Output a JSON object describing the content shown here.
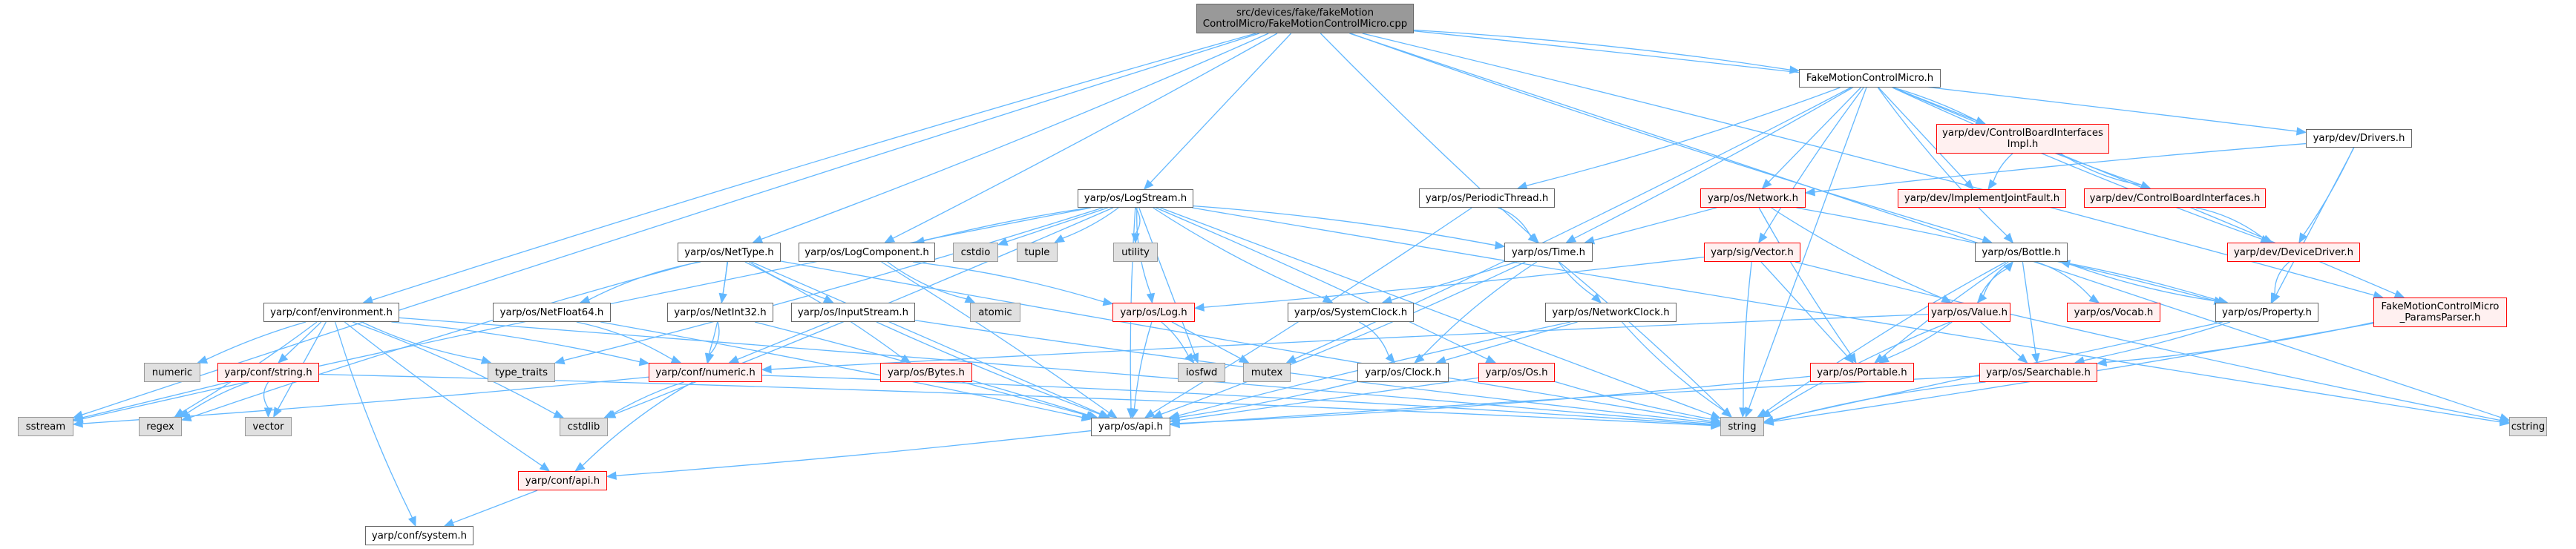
{
  "title": "Include dependency graph for FakeMotionControlMicro.cpp",
  "colors": {
    "edge": "#63b8ff",
    "root_fill": "#999999",
    "local_border": "#666666",
    "missing_fill": "#fff0f0",
    "missing_border": "#ff0000",
    "system_fill": "#e0e0e0"
  },
  "nodes": [
    {
      "id": "root",
      "label": "src/devices/fake/fakeMotion\nControlMicro/FakeMotionControlMicro.cpp",
      "kind": "root"
    },
    {
      "id": "fmcm_h",
      "label": "FakeMotionControlMicro.h",
      "kind": "local"
    },
    {
      "id": "cbi_impl",
      "label": "yarp/dev/ControlBoardInterfaces\nImpl.h",
      "kind": "missing"
    },
    {
      "id": "impl_jf",
      "label": "yarp/dev/ImplementJointFault.h",
      "kind": "missing"
    },
    {
      "id": "cbi",
      "label": "yarp/dev/ControlBoardInterfaces.h",
      "kind": "missing"
    },
    {
      "id": "drivers",
      "label": "yarp/dev/Drivers.h",
      "kind": "local"
    },
    {
      "id": "devicedriver",
      "label": "yarp/dev/DeviceDriver.h",
      "kind": "missing"
    },
    {
      "id": "paramsparser",
      "label": "FakeMotionControlMicro\n_ParamsParser.h",
      "kind": "missing"
    },
    {
      "id": "cstring",
      "label": "cstring",
      "kind": "system"
    },
    {
      "id": "bottle",
      "label": "yarp/os/Bottle.h",
      "kind": "local"
    },
    {
      "id": "value",
      "label": "yarp/os/Value.h",
      "kind": "missing"
    },
    {
      "id": "vocab",
      "label": "yarp/os/Vocab.h",
      "kind": "missing"
    },
    {
      "id": "property",
      "label": "yarp/os/Property.h",
      "kind": "local"
    },
    {
      "id": "searchable",
      "label": "yarp/os/Searchable.h",
      "kind": "missing"
    },
    {
      "id": "portable",
      "label": "yarp/os/Portable.h",
      "kind": "missing"
    },
    {
      "id": "string",
      "label": "string",
      "kind": "system"
    },
    {
      "id": "network",
      "label": "yarp/os/Network.h",
      "kind": "missing"
    },
    {
      "id": "vector_h",
      "label": "yarp/sig/Vector.h",
      "kind": "missing"
    },
    {
      "id": "periodic",
      "label": "yarp/os/PeriodicThread.h",
      "kind": "local"
    },
    {
      "id": "time",
      "label": "yarp/os/Time.h",
      "kind": "local"
    },
    {
      "id": "networkclock",
      "label": "yarp/os/NetworkClock.h",
      "kind": "local"
    },
    {
      "id": "systemclock",
      "label": "yarp/os/SystemClock.h",
      "kind": "local"
    },
    {
      "id": "clock",
      "label": "yarp/os/Clock.h",
      "kind": "local"
    },
    {
      "id": "os_h",
      "label": "yarp/os/Os.h",
      "kind": "missing"
    },
    {
      "id": "log",
      "label": "yarp/os/Log.h",
      "kind": "missing"
    },
    {
      "id": "iosfwd",
      "label": "iosfwd",
      "kind": "system"
    },
    {
      "id": "mutex",
      "label": "mutex",
      "kind": "system"
    },
    {
      "id": "os_api",
      "label": "yarp/os/api.h",
      "kind": "local"
    },
    {
      "id": "logstream",
      "label": "yarp/os/LogStream.h",
      "kind": "local"
    },
    {
      "id": "utility",
      "label": "utility",
      "kind": "system"
    },
    {
      "id": "tuple",
      "label": "tuple",
      "kind": "system"
    },
    {
      "id": "cstdio",
      "label": "cstdio",
      "kind": "system"
    },
    {
      "id": "logcomponent",
      "label": "yarp/os/LogComponent.h",
      "kind": "local"
    },
    {
      "id": "atomic",
      "label": "atomic",
      "kind": "system"
    },
    {
      "id": "nettype",
      "label": "yarp/os/NetType.h",
      "kind": "local"
    },
    {
      "id": "netint32",
      "label": "yarp/os/NetInt32.h",
      "kind": "local"
    },
    {
      "id": "inputstream",
      "label": "yarp/os/InputStream.h",
      "kind": "local"
    },
    {
      "id": "netfloat64",
      "label": "yarp/os/NetFloat64.h",
      "kind": "local"
    },
    {
      "id": "bytes",
      "label": "yarp/os/Bytes.h",
      "kind": "missing"
    },
    {
      "id": "conf_numeric",
      "label": "yarp/conf/numeric.h",
      "kind": "missing"
    },
    {
      "id": "environment",
      "label": "yarp/conf/environment.h",
      "kind": "local"
    },
    {
      "id": "conf_string",
      "label": "yarp/conf/string.h",
      "kind": "missing"
    },
    {
      "id": "numeric",
      "label": "numeric",
      "kind": "system"
    },
    {
      "id": "type_traits",
      "label": "type_traits",
      "kind": "system"
    },
    {
      "id": "cstdlib",
      "label": "cstdlib",
      "kind": "system"
    },
    {
      "id": "sstream",
      "label": "sstream",
      "kind": "system"
    },
    {
      "id": "regex",
      "label": "regex",
      "kind": "system"
    },
    {
      "id": "vector",
      "label": "vector",
      "kind": "system"
    },
    {
      "id": "conf_api",
      "label": "yarp/conf/api.h",
      "kind": "missing"
    },
    {
      "id": "conf_system",
      "label": "yarp/conf/system.h",
      "kind": "local"
    }
  ],
  "edges": [
    [
      "root",
      "fmcm_h"
    ],
    [
      "root",
      "drivers"
    ],
    [
      "root",
      "cstring"
    ],
    [
      "root",
      "sstream"
    ],
    [
      "root",
      "environment"
    ],
    [
      "root",
      "nettype"
    ],
    [
      "root",
      "logcomponent"
    ],
    [
      "root",
      "logstream"
    ],
    [
      "root",
      "time"
    ],
    [
      "root",
      "bottle"
    ],
    [
      "root",
      "paramsparser"
    ],
    [
      "fmcm_h",
      "cbi_impl"
    ],
    [
      "fmcm_h",
      "impl_jf"
    ],
    [
      "fmcm_h",
      "cbi"
    ],
    [
      "fmcm_h",
      "devicedriver"
    ],
    [
      "fmcm_h",
      "periodic"
    ],
    [
      "fmcm_h",
      "time"
    ],
    [
      "fmcm_h",
      "network"
    ],
    [
      "fmcm_h",
      "vector_h"
    ],
    [
      "fmcm_h",
      "bottle"
    ],
    [
      "fmcm_h",
      "mutex"
    ],
    [
      "fmcm_h",
      "paramsparser"
    ],
    [
      "fmcm_h",
      "string"
    ],
    [
      "cbi_impl",
      "impl_jf"
    ],
    [
      "cbi_impl",
      "cbi"
    ],
    [
      "cbi",
      "devicedriver"
    ],
    [
      "drivers",
      "devicedriver"
    ],
    [
      "drivers",
      "property"
    ],
    [
      "drivers",
      "network"
    ],
    [
      "devicedriver",
      "property"
    ],
    [
      "paramsparser",
      "searchable"
    ],
    [
      "paramsparser",
      "string"
    ],
    [
      "network",
      "time"
    ],
    [
      "network",
      "portable"
    ],
    [
      "network",
      "value"
    ],
    [
      "network",
      "property"
    ],
    [
      "vector_h",
      "log"
    ],
    [
      "vector_h",
      "portable"
    ],
    [
      "vector_h",
      "string"
    ],
    [
      "vector_h",
      "cstring"
    ],
    [
      "periodic",
      "time"
    ],
    [
      "periodic",
      "os_api"
    ],
    [
      "time",
      "systemclock"
    ],
    [
      "time",
      "networkclock"
    ],
    [
      "time",
      "clock"
    ],
    [
      "time",
      "os_api"
    ],
    [
      "time",
      "string"
    ],
    [
      "networkclock",
      "clock"
    ],
    [
      "networkclock",
      "os_api"
    ],
    [
      "networkclock",
      "string"
    ],
    [
      "systemclock",
      "clock"
    ],
    [
      "clock",
      "os_api"
    ],
    [
      "os_h",
      "os_api"
    ],
    [
      "os_h",
      "string"
    ],
    [
      "bottle",
      "value"
    ],
    [
      "bottle",
      "vocab"
    ],
    [
      "bottle",
      "property"
    ],
    [
      "bottle",
      "searchable"
    ],
    [
      "bottle",
      "portable"
    ],
    [
      "bottle",
      "string"
    ],
    [
      "value",
      "bottle"
    ],
    [
      "value",
      "portable"
    ],
    [
      "value",
      "searchable"
    ],
    [
      "value",
      "conf_numeric"
    ],
    [
      "value",
      "string"
    ],
    [
      "property",
      "bottle"
    ],
    [
      "property",
      "searchable"
    ],
    [
      "property",
      "string"
    ],
    [
      "searchable",
      "os_api"
    ],
    [
      "searchable",
      "string"
    ],
    [
      "portable",
      "os_api"
    ],
    [
      "log",
      "iosfwd"
    ],
    [
      "log",
      "mutex"
    ],
    [
      "log",
      "os_api"
    ],
    [
      "logstream",
      "log"
    ],
    [
      "logstream",
      "utility"
    ],
    [
      "logstream",
      "tuple"
    ],
    [
      "logstream",
      "cstdio"
    ],
    [
      "logstream",
      "logcomponent"
    ],
    [
      "logstream",
      "systemclock"
    ],
    [
      "logstream",
      "time"
    ],
    [
      "logstream",
      "os_h"
    ],
    [
      "logstream",
      "iosfwd"
    ],
    [
      "logstream",
      "os_api"
    ],
    [
      "logstream",
      "sstream"
    ],
    [
      "logstream",
      "type_traits"
    ],
    [
      "logstream",
      "cstdlib"
    ],
    [
      "logstream",
      "string"
    ],
    [
      "logstream",
      "cstring"
    ],
    [
      "logcomponent",
      "atomic"
    ],
    [
      "logcomponent",
      "log"
    ],
    [
      "logcomponent",
      "os_api"
    ],
    [
      "nettype",
      "netint32"
    ],
    [
      "nettype",
      "inputstream"
    ],
    [
      "nettype",
      "netfloat64"
    ],
    [
      "nettype",
      "bytes"
    ],
    [
      "nettype",
      "conf_numeric"
    ],
    [
      "nettype",
      "os_api"
    ],
    [
      "nettype",
      "string"
    ],
    [
      "nettype",
      "regex"
    ],
    [
      "netint32",
      "conf_numeric"
    ],
    [
      "netint32",
      "os_api"
    ],
    [
      "inputstream",
      "conf_numeric"
    ],
    [
      "inputstream",
      "os_api"
    ],
    [
      "inputstream",
      "string"
    ],
    [
      "netfloat64",
      "conf_numeric"
    ],
    [
      "netfloat64",
      "os_api"
    ],
    [
      "bytes",
      "os_api"
    ],
    [
      "conf_numeric",
      "cstdlib"
    ],
    [
      "conf_numeric",
      "conf_api"
    ],
    [
      "conf_numeric",
      "string"
    ],
    [
      "conf_numeric",
      "sstream"
    ],
    [
      "environment",
      "conf_string"
    ],
    [
      "environment",
      "numeric"
    ],
    [
      "environment",
      "type_traits"
    ],
    [
      "environment",
      "cstdlib"
    ],
    [
      "environment",
      "regex"
    ],
    [
      "environment",
      "vector"
    ],
    [
      "environment",
      "conf_api"
    ],
    [
      "environment",
      "conf_system"
    ],
    [
      "environment",
      "conf_numeric"
    ],
    [
      "environment",
      "string"
    ],
    [
      "conf_string",
      "sstream"
    ],
    [
      "conf_string",
      "regex"
    ],
    [
      "conf_string",
      "vector"
    ],
    [
      "conf_string",
      "string"
    ],
    [
      "os_api",
      "conf_api"
    ],
    [
      "conf_api",
      "conf_system"
    ]
  ]
}
